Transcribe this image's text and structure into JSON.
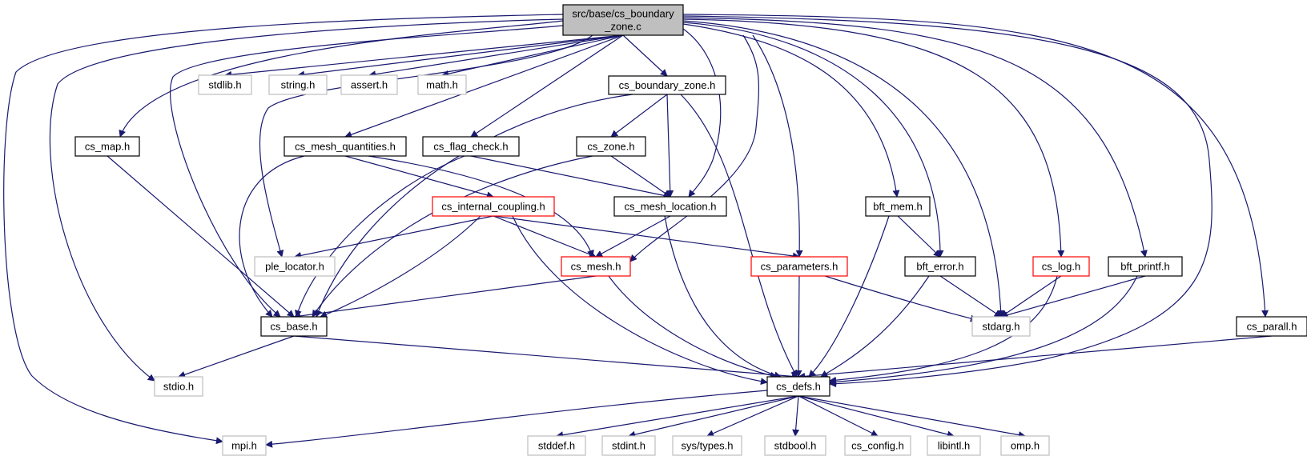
{
  "diagram": {
    "colors": {
      "edge": "#191970",
      "root_fill": "#bfbfbf",
      "normal_border": "#000000",
      "truncated_border": "#ff0000",
      "system_border": "#bfbfbf",
      "system_text": "#3f3f3f"
    },
    "nodes": [
      {
        "id": "root",
        "kind": "root",
        "lines": [
          "src/base/cs_boundary",
          "_zone.c"
        ]
      },
      {
        "id": "stdlib",
        "kind": "system",
        "lines": [
          "stdlib.h"
        ]
      },
      {
        "id": "string",
        "kind": "system",
        "lines": [
          "string.h"
        ]
      },
      {
        "id": "assert",
        "kind": "system",
        "lines": [
          "assert.h"
        ]
      },
      {
        "id": "math",
        "kind": "system",
        "lines": [
          "math.h"
        ]
      },
      {
        "id": "cs_boundary_zone",
        "kind": "normal",
        "lines": [
          "cs_boundary_zone.h"
        ]
      },
      {
        "id": "cs_map",
        "kind": "normal",
        "lines": [
          "cs_map.h"
        ]
      },
      {
        "id": "cs_mesh_quantities",
        "kind": "normal",
        "lines": [
          "cs_mesh_quantities.h"
        ]
      },
      {
        "id": "cs_flag_check",
        "kind": "normal",
        "lines": [
          "cs_flag_check.h"
        ]
      },
      {
        "id": "cs_zone",
        "kind": "normal",
        "lines": [
          "cs_zone.h"
        ]
      },
      {
        "id": "cs_internal_coupling",
        "kind": "truncated",
        "lines": [
          "cs_internal_coupling.h"
        ]
      },
      {
        "id": "cs_mesh_location",
        "kind": "normal",
        "lines": [
          "cs_mesh_location.h"
        ]
      },
      {
        "id": "bft_mem",
        "kind": "normal",
        "lines": [
          "bft_mem.h"
        ]
      },
      {
        "id": "ple_locator",
        "kind": "system",
        "lines": [
          "ple_locator.h"
        ]
      },
      {
        "id": "cs_mesh",
        "kind": "truncated",
        "lines": [
          "cs_mesh.h"
        ]
      },
      {
        "id": "cs_parameters",
        "kind": "truncated",
        "lines": [
          "cs_parameters.h"
        ]
      },
      {
        "id": "bft_error",
        "kind": "normal",
        "lines": [
          "bft_error.h"
        ]
      },
      {
        "id": "cs_log",
        "kind": "truncated",
        "lines": [
          "cs_log.h"
        ]
      },
      {
        "id": "bft_printf",
        "kind": "normal",
        "lines": [
          "bft_printf.h"
        ]
      },
      {
        "id": "cs_base",
        "kind": "normal",
        "lines": [
          "cs_base.h"
        ]
      },
      {
        "id": "stdarg",
        "kind": "system",
        "lines": [
          "stdarg.h"
        ]
      },
      {
        "id": "cs_parall",
        "kind": "normal",
        "lines": [
          "cs_parall.h"
        ]
      },
      {
        "id": "stdio",
        "kind": "system",
        "lines": [
          "stdio.h"
        ]
      },
      {
        "id": "cs_defs",
        "kind": "normal",
        "lines": [
          "cs_defs.h"
        ]
      },
      {
        "id": "mpi",
        "kind": "system",
        "lines": [
          "mpi.h"
        ]
      },
      {
        "id": "stddef",
        "kind": "system",
        "lines": [
          "stddef.h"
        ]
      },
      {
        "id": "stdint",
        "kind": "system",
        "lines": [
          "stdint.h"
        ]
      },
      {
        "id": "sys_types",
        "kind": "system",
        "lines": [
          "sys/types.h"
        ]
      },
      {
        "id": "stdbool",
        "kind": "system",
        "lines": [
          "stdbool.h"
        ]
      },
      {
        "id": "cs_config",
        "kind": "system",
        "lines": [
          "cs_config.h"
        ]
      },
      {
        "id": "libintl",
        "kind": "system",
        "lines": [
          "libintl.h"
        ]
      },
      {
        "id": "omp",
        "kind": "system",
        "lines": [
          "omp.h"
        ]
      }
    ],
    "edges": [
      [
        "root",
        "stdlib"
      ],
      [
        "root",
        "string"
      ],
      [
        "root",
        "assert"
      ],
      [
        "root",
        "math"
      ],
      [
        "root",
        "cs_boundary_zone"
      ],
      [
        "root",
        "cs_map"
      ],
      [
        "root",
        "cs_mesh_quantities"
      ],
      [
        "root",
        "cs_flag_check"
      ],
      [
        "root",
        "cs_mesh_location"
      ],
      [
        "root",
        "ple_locator"
      ],
      [
        "root",
        "cs_mesh"
      ],
      [
        "root",
        "cs_parameters"
      ],
      [
        "root",
        "bft_mem"
      ],
      [
        "root",
        "bft_error"
      ],
      [
        "root",
        "cs_log"
      ],
      [
        "root",
        "bft_printf"
      ],
      [
        "root",
        "cs_base"
      ],
      [
        "root",
        "stdarg"
      ],
      [
        "root",
        "cs_parall"
      ],
      [
        "root",
        "cs_defs"
      ],
      [
        "root",
        "stdio"
      ],
      [
        "root",
        "mpi"
      ],
      [
        "cs_boundary_zone",
        "cs_zone"
      ],
      [
        "cs_boundary_zone",
        "cs_mesh_location"
      ],
      [
        "cs_boundary_zone",
        "cs_base"
      ],
      [
        "cs_boundary_zone",
        "cs_defs"
      ],
      [
        "cs_map",
        "cs_base"
      ],
      [
        "cs_mesh_quantities",
        "cs_internal_coupling"
      ],
      [
        "cs_mesh_quantities",
        "cs_mesh"
      ],
      [
        "cs_mesh_quantities",
        "cs_base"
      ],
      [
        "cs_flag_check",
        "cs_mesh_location"
      ],
      [
        "cs_flag_check",
        "cs_base"
      ],
      [
        "cs_zone",
        "cs_mesh_location"
      ],
      [
        "cs_zone",
        "cs_base"
      ],
      [
        "cs_internal_coupling",
        "ple_locator"
      ],
      [
        "cs_internal_coupling",
        "cs_mesh"
      ],
      [
        "cs_internal_coupling",
        "cs_parameters"
      ],
      [
        "cs_internal_coupling",
        "cs_base"
      ],
      [
        "cs_internal_coupling",
        "cs_defs"
      ],
      [
        "cs_mesh_location",
        "cs_mesh"
      ],
      [
        "cs_mesh_location",
        "cs_defs"
      ],
      [
        "cs_mesh",
        "cs_base"
      ],
      [
        "cs_mesh",
        "cs_defs"
      ],
      [
        "cs_parameters",
        "stdarg"
      ],
      [
        "cs_parameters",
        "cs_defs"
      ],
      [
        "bft_mem",
        "bft_error"
      ],
      [
        "bft_mem",
        "cs_defs"
      ],
      [
        "bft_error",
        "stdarg"
      ],
      [
        "bft_error",
        "cs_defs"
      ],
      [
        "cs_log",
        "stdarg"
      ],
      [
        "cs_log",
        "cs_defs"
      ],
      [
        "bft_printf",
        "stdarg"
      ],
      [
        "bft_printf",
        "cs_defs"
      ],
      [
        "cs_parall",
        "cs_defs"
      ],
      [
        "cs_base",
        "stdio"
      ],
      [
        "cs_base",
        "cs_defs"
      ],
      [
        "cs_defs",
        "mpi"
      ],
      [
        "cs_defs",
        "stddef"
      ],
      [
        "cs_defs",
        "stdint"
      ],
      [
        "cs_defs",
        "sys_types"
      ],
      [
        "cs_defs",
        "stdbool"
      ],
      [
        "cs_defs",
        "cs_config"
      ],
      [
        "cs_defs",
        "libintl"
      ],
      [
        "cs_defs",
        "omp"
      ]
    ]
  }
}
